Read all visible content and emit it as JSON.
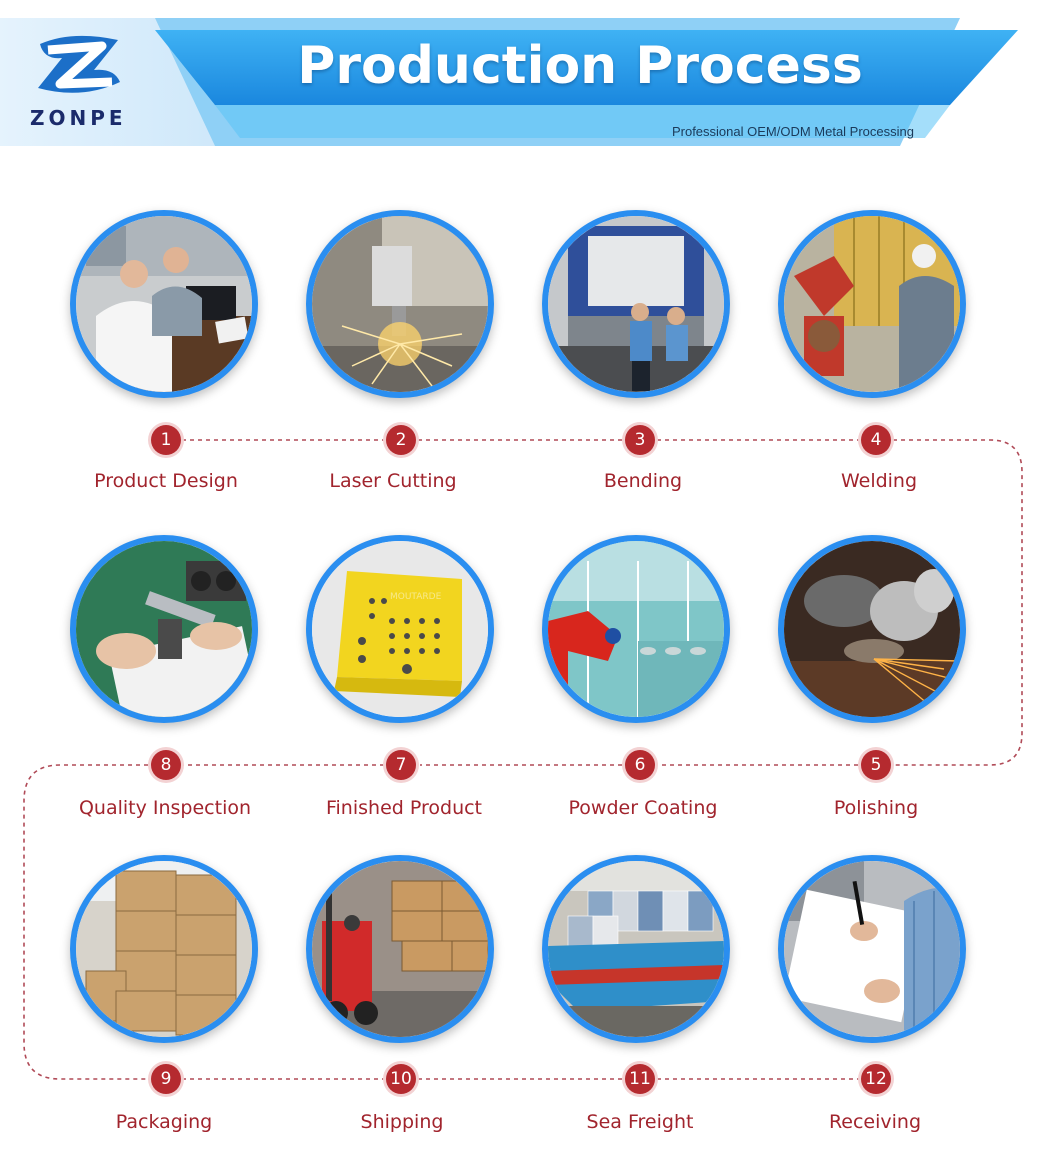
{
  "header": {
    "brand": "ZONPE",
    "title": "Production Process",
    "subtitle": "Professional OEM/ODM Metal Processing"
  },
  "colors": {
    "accent_blue": "#2a8ef0",
    "step_red": "#b52a2f",
    "label_red": "#a1242d"
  },
  "steps": [
    {
      "num": "1",
      "label": "Product Design"
    },
    {
      "num": "2",
      "label": "Laser Cutting"
    },
    {
      "num": "3",
      "label": "Bending"
    },
    {
      "num": "4",
      "label": "Welding"
    },
    {
      "num": "5",
      "label": "Polishing"
    },
    {
      "num": "6",
      "label": "Powder Coating"
    },
    {
      "num": "7",
      "label": "Finished Product"
    },
    {
      "num": "8",
      "label": "Quality Inspection"
    },
    {
      "num": "9",
      "label": "Packaging"
    },
    {
      "num": "10",
      "label": "Shipping"
    },
    {
      "num": "11",
      "label": "Sea Freight"
    },
    {
      "num": "12",
      "label": "Receiving"
    }
  ],
  "photo_labels": {
    "coated_panel_text": "MOUTARDE"
  }
}
